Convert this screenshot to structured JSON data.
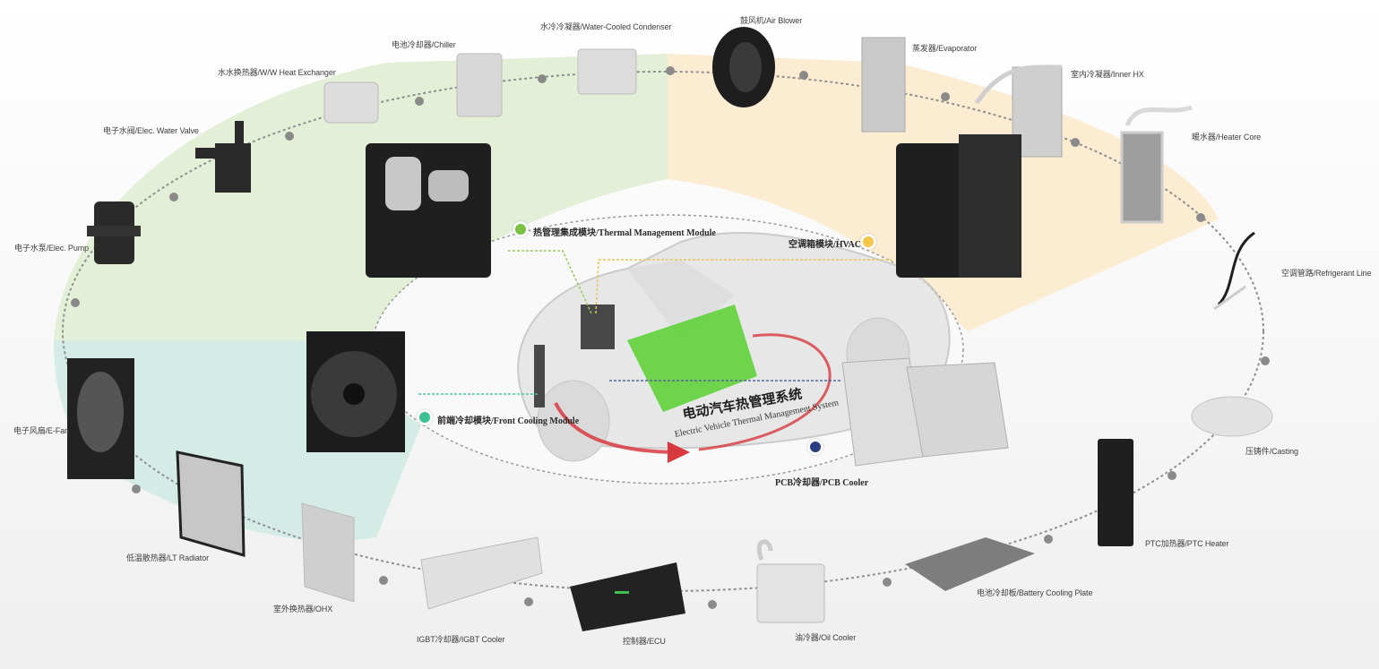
{
  "diagram": {
    "title_cn": "电动汽车热管理系统",
    "title_en": "Electric Vehicle Thermal Management System",
    "sectors": [
      {
        "name": "thermal-management-sector",
        "color": "#e3efd6"
      },
      {
        "name": "hvac-sector",
        "color": "#fbecd2"
      },
      {
        "name": "front-cooling-sector",
        "color": "#d5ece6"
      }
    ],
    "modules": [
      {
        "id": "thermal-management-module",
        "label": "热管理集成模块/Thermal Management Module",
        "color": "#7cc242"
      },
      {
        "id": "hvac-module",
        "label": "空调箱模块/HVAC",
        "color": "#f4c64a"
      },
      {
        "id": "front-cooling-module",
        "label": "前端冷却模块/Front Cooling Module",
        "color": "#3fbf95"
      },
      {
        "id": "pcb-cooler",
        "label": "PCB冷却器/PCB Cooler",
        "color": "#2c3e82"
      }
    ],
    "components": [
      {
        "id": "chiller",
        "label": "电池冷却器/Chiller"
      },
      {
        "id": "water-cooled-condenser",
        "label": "水冷冷凝器/Water-Cooled Condenser"
      },
      {
        "id": "air-blower",
        "label": "鼓风机/Air Blower"
      },
      {
        "id": "evaporator",
        "label": "蒸发器/Evaporator"
      },
      {
        "id": "inner-hx",
        "label": "室内冷凝器/Inner HX"
      },
      {
        "id": "heater-core",
        "label": "暖水器/Heater Core"
      },
      {
        "id": "refrigerant-line",
        "label": "空调管路/Refrigerant Line"
      },
      {
        "id": "casting",
        "label": "压铸件/Casting"
      },
      {
        "id": "ptc-heater",
        "label": "PTC加热器/PTC Heater"
      },
      {
        "id": "battery-cooling-plate",
        "label": "电池冷却板/Battery Cooling Plate"
      },
      {
        "id": "oil-cooler",
        "label": "油冷器/Oil Cooler"
      },
      {
        "id": "ecu",
        "label": "控制器/ECU"
      },
      {
        "id": "igbt-cooler",
        "label": "IGBT冷却器/IGBT Cooler"
      },
      {
        "id": "ohx",
        "label": "室外换热器/OHX"
      },
      {
        "id": "lt-radiator",
        "label": "低温散热器/LT Radiator"
      },
      {
        "id": "e-fan",
        "label": "电子风扇/E-Fan"
      },
      {
        "id": "elec-pump",
        "label": "电子水泵/Elec. Pump"
      },
      {
        "id": "elec-water-valve",
        "label": "电子水阀/Elec. Water Valve"
      },
      {
        "id": "ww-heat-exchanger",
        "label": "水水换热器/W/W Heat Exchanger"
      }
    ],
    "colors": {
      "ring_dot": "#8a8a8a",
      "battery_pack": "#5fd13a",
      "cycle_arrow": "#d8393f"
    }
  }
}
